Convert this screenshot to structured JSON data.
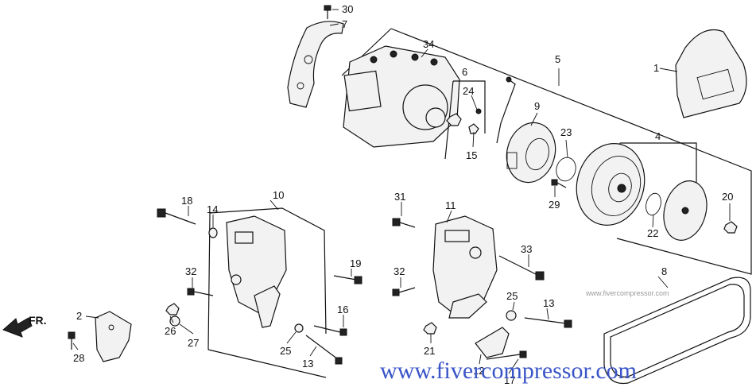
{
  "labels": {
    "p1": "1",
    "p2": "2",
    "p4": "4",
    "p5": "5",
    "p6": "6",
    "p7": "7",
    "p8": "8",
    "p9": "9",
    "p10": "10",
    "p11": "11",
    "p12": "12",
    "p13a": "13",
    "p13b": "13",
    "p14": "14",
    "p15": "15",
    "p16": "16",
    "p17": "17",
    "p18": "18",
    "p19": "19",
    "p20": "20",
    "p21": "21",
    "p22": "22",
    "p23": "23",
    "p24": "24",
    "p25a": "25",
    "p25b": "25",
    "p26": "26",
    "p27": "27",
    "p28": "28",
    "p29": "29",
    "p30": "30",
    "p31": "31",
    "p32a": "32",
    "p32b": "32",
    "p33": "33",
    "p34": "34"
  },
  "direction": {
    "front": "FR."
  },
  "watermark": {
    "small": "www.fivercompressor.com",
    "large": "www.fivercompressor.com",
    "color": "#3a55c8"
  }
}
